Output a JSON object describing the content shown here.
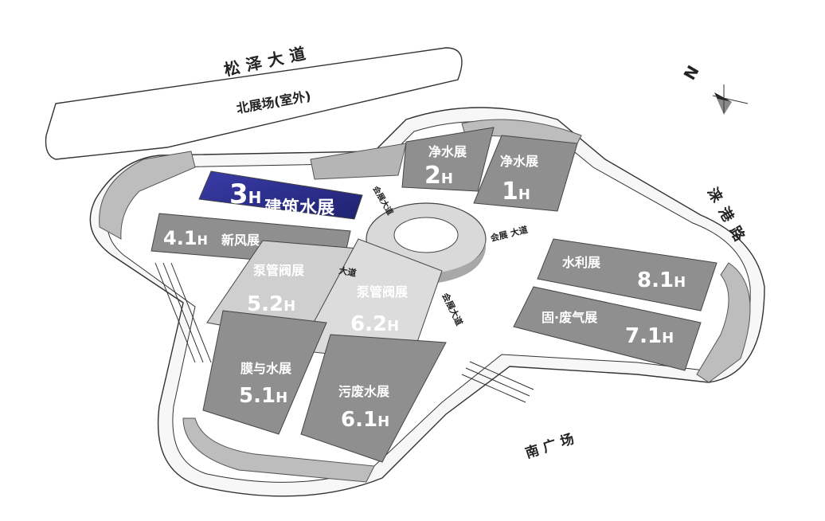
{
  "roads": {
    "songze": "松泽大道",
    "laigang": "涞港路",
    "huizhan_1": "会展大道",
    "huizhan_2": "会展 大道",
    "huizhan_3": "会展大道",
    "huizhan_4": "大道"
  },
  "areas": {
    "north_plaza": "北展场(室外)",
    "south_plaza": "南广场"
  },
  "compass": {
    "north_letter": "N"
  },
  "halls": [
    {
      "id": "3H",
      "big": "3",
      "sub": "H",
      "name": "建筑水展",
      "highlight_color": "#2b2d8f"
    },
    {
      "id": "4.1H",
      "big": "4.1",
      "sub": "H",
      "name": "新风展"
    },
    {
      "id": "2H",
      "big": "2",
      "sub": "H",
      "name": "净水展"
    },
    {
      "id": "1H",
      "big": "1",
      "sub": "H",
      "name": "净水展"
    },
    {
      "id": "5.2H",
      "big": "5.2",
      "sub": "H",
      "name": "泵管阀展"
    },
    {
      "id": "6.2H",
      "big": "6.2",
      "sub": "H",
      "name": "泵管阀展"
    },
    {
      "id": "5.1H",
      "big": "5.1",
      "sub": "H",
      "name": "膜与水展"
    },
    {
      "id": "6.1H",
      "big": "6.1",
      "sub": "H",
      "name": "污废水展"
    },
    {
      "id": "8.1H",
      "big": "8.1",
      "sub": "H",
      "name": "水利展"
    },
    {
      "id": "7.1H",
      "big": "7.1",
      "sub": "H",
      "name": "固·废气展"
    }
  ],
  "colors": {
    "hall_dark": "#8f8f8f",
    "hall_light": "#c8c8c8",
    "hall_pale": "#dcdcdc",
    "highlight": "#2b2d8f"
  }
}
